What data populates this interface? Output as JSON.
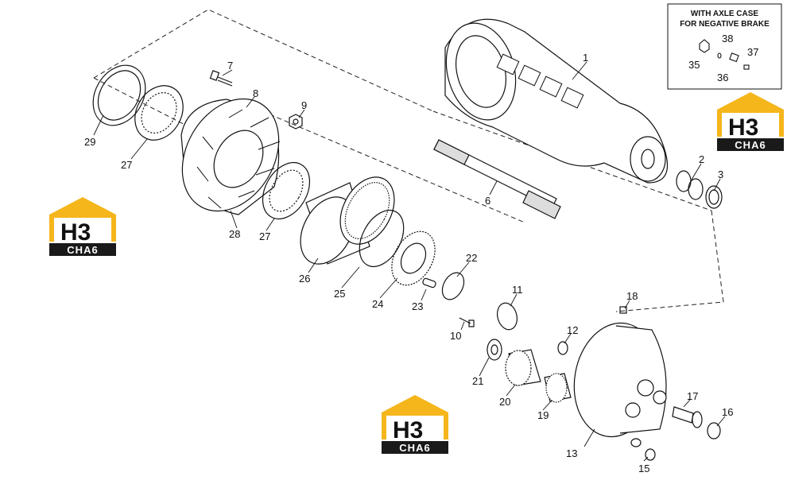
{
  "inset": {
    "line1": "WITH AXLE CASE",
    "line2": "FOR NEGATIVE BRAKE"
  },
  "logo": {
    "mark": "H3",
    "brand": "CHA6",
    "accent": "#F5B61B",
    "dark": "#1a1a1a"
  },
  "callouts": {
    "c1": "1",
    "c2": "2",
    "c3": "3",
    "c6": "6",
    "c7": "7",
    "c8": "8",
    "c9": "9",
    "c10": "10",
    "c11": "11",
    "c12": "12",
    "c13": "13",
    "c15": "15",
    "c16": "16",
    "c17": "17",
    "c18": "18",
    "c19": "19",
    "c20": "20",
    "c21": "21",
    "c22": "22",
    "c23": "23",
    "c24": "24",
    "c25": "25",
    "c26": "26",
    "c27a": "27",
    "c27b": "27",
    "c28": "28",
    "c29": "29",
    "c35": "35",
    "c36": "36",
    "c37": "37",
    "c38": "38"
  }
}
